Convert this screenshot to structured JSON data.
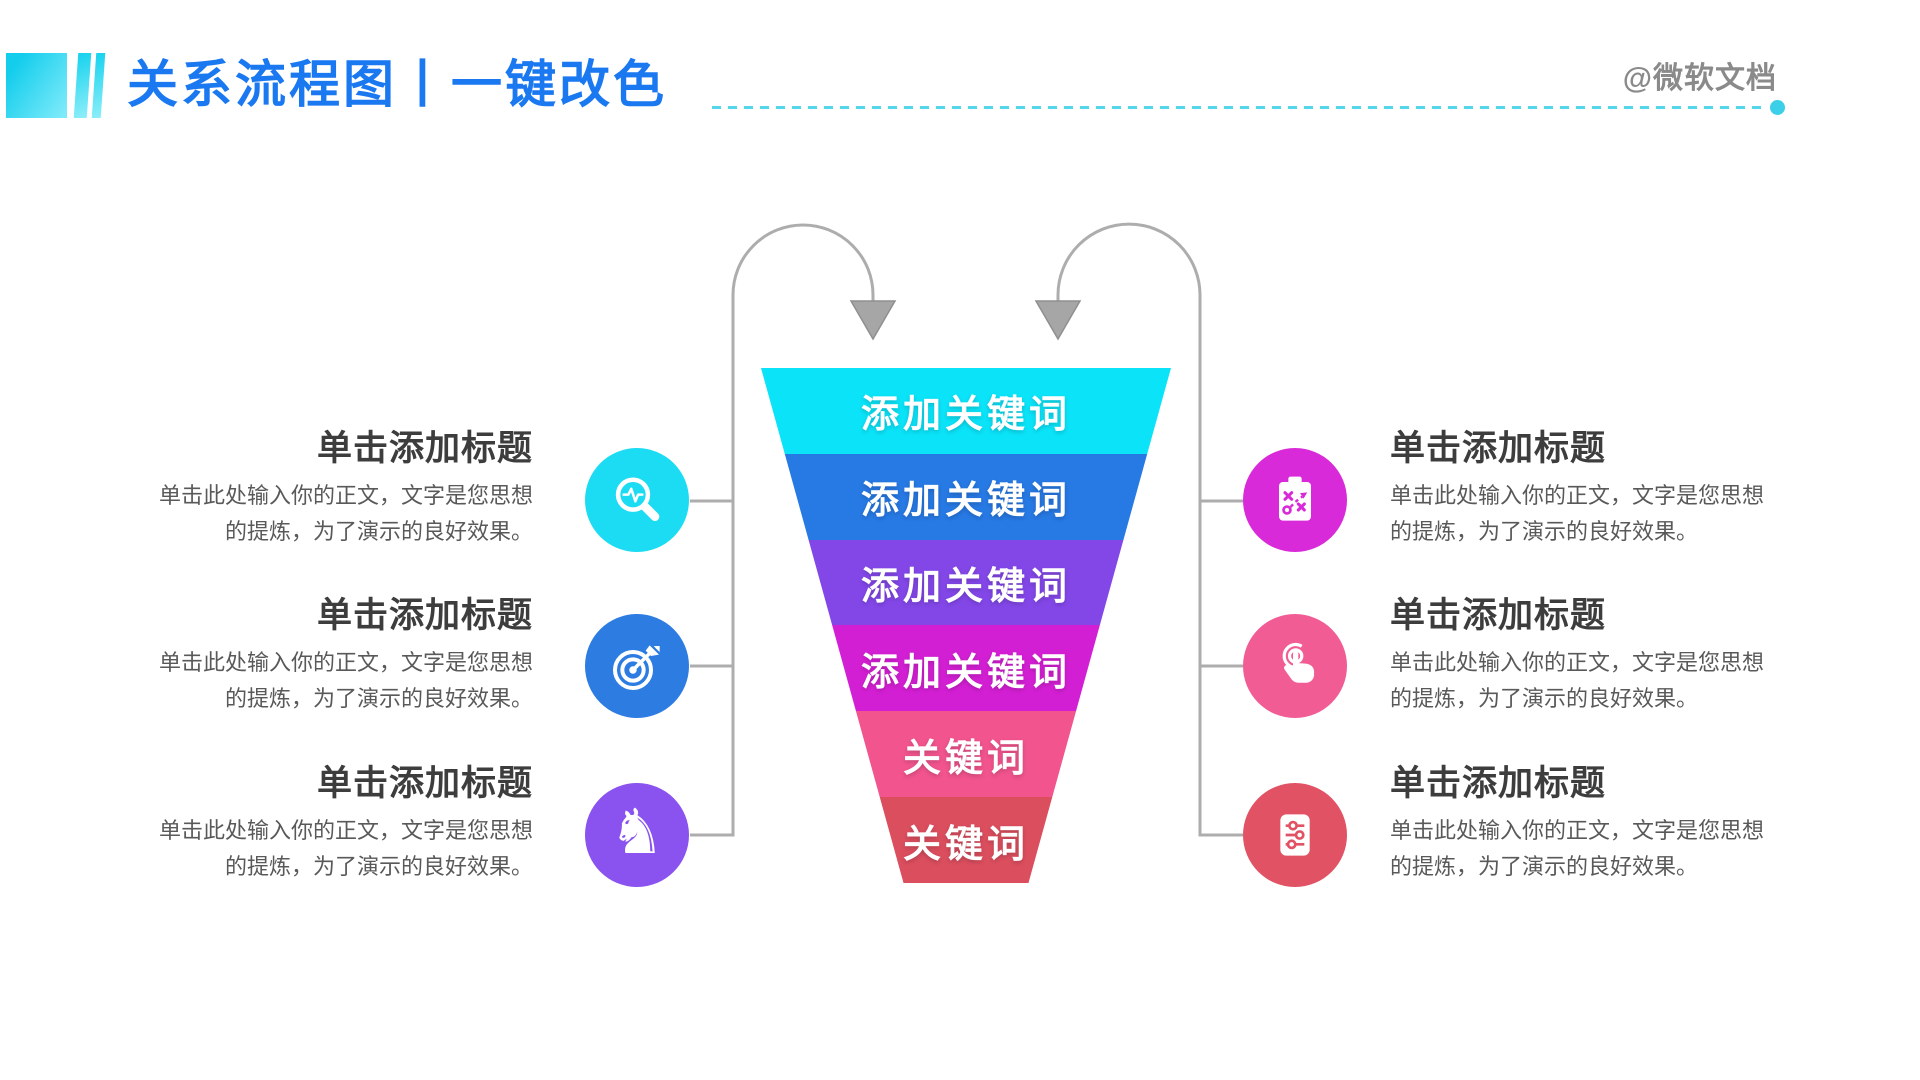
{
  "header": {
    "title": "关系流程图丨一键改色",
    "watermark": "@微软文档"
  },
  "funnel": {
    "levels": [
      {
        "label": "添加关键词",
        "color": "#0be3f8"
      },
      {
        "label": "添加关键词",
        "color": "#2779e4"
      },
      {
        "label": "添加关键词",
        "color": "#8347e8"
      },
      {
        "label": "添加关键词",
        "color": "#d31fd3"
      },
      {
        "label": "关键词",
        "color": "#f2548e"
      },
      {
        "label": "关键词",
        "color": "#db4e5e"
      }
    ]
  },
  "left_items": [
    {
      "title": "单击添加标题",
      "body_lines": [
        "单击此处输入你的正文，文字是您思想",
        "的提炼，为了演示的良好效果。"
      ],
      "icon": "search-pulse-icon",
      "color": "#1bdcf2"
    },
    {
      "title": "单击添加标题",
      "body_lines": [
        "单击此处输入你的正文，文字是您思想",
        "的提炼，为了演示的良好效果。"
      ],
      "icon": "target-arrow-icon",
      "color": "#2c7ce2"
    },
    {
      "title": "单击添加标题",
      "body_lines": [
        "单击此处输入你的正文，文字是您思想",
        "的提炼，为了演示的良好效果。"
      ],
      "icon": "chess-knight-icon",
      "color": "#8a52ef",
      "glyph": "♞"
    }
  ],
  "right_items": [
    {
      "title": "单击添加标题",
      "body_lines": [
        "单击此处输入你的正文，文字是您思想",
        "的提炼，为了演示的良好效果。"
      ],
      "icon": "strategy-board-icon",
      "color": "#d92ad9"
    },
    {
      "title": "单击添加标题",
      "body_lines": [
        "单击此处输入你的正文，文字是您思想",
        "的提炼，为了演示的良好效果。"
      ],
      "icon": "tap-click-icon",
      "color": "#f25c95"
    },
    {
      "title": "单击添加标题",
      "body_lines": [
        "单击此处输入你的正文，文字是您思想",
        "的提炼，为了演示的良好效果。"
      ],
      "icon": "settings-sliders-icon",
      "color": "#e05264"
    }
  ],
  "colors": {
    "title_blue": "#1a78f0",
    "dash_cyan": "#55d6ea",
    "dot_cyan": "#3bcfe8",
    "connector_gray": "#adadad",
    "heading_gray": "#3d3d3d",
    "body_gray": "#595959",
    "watermark_gray": "#8a8a8a"
  }
}
